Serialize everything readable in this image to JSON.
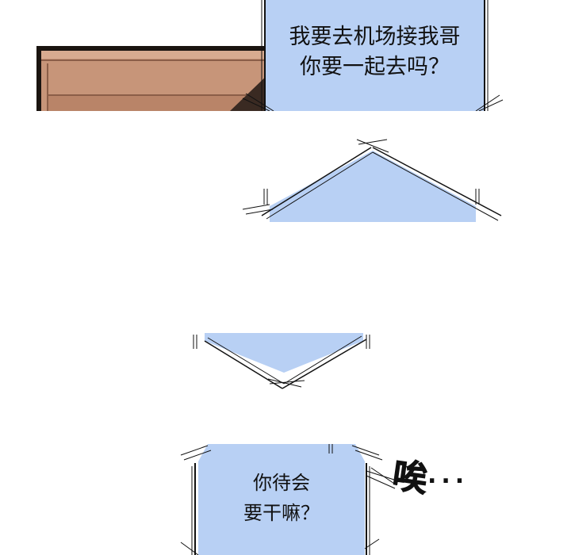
{
  "bubbles": {
    "top": {
      "line1": "我要去机场接我哥",
      "line2": "你要一起去吗？"
    },
    "bottom": {
      "line1": "你待会",
      "line2": "要干嘛？"
    }
  },
  "sfx": {
    "text": "唉",
    "dots": "..."
  },
  "colors": {
    "bubble_fill": "#b8d0f4",
    "ink": "#111111",
    "wood": "#c9967a",
    "wood_dark": "#a9765e"
  }
}
